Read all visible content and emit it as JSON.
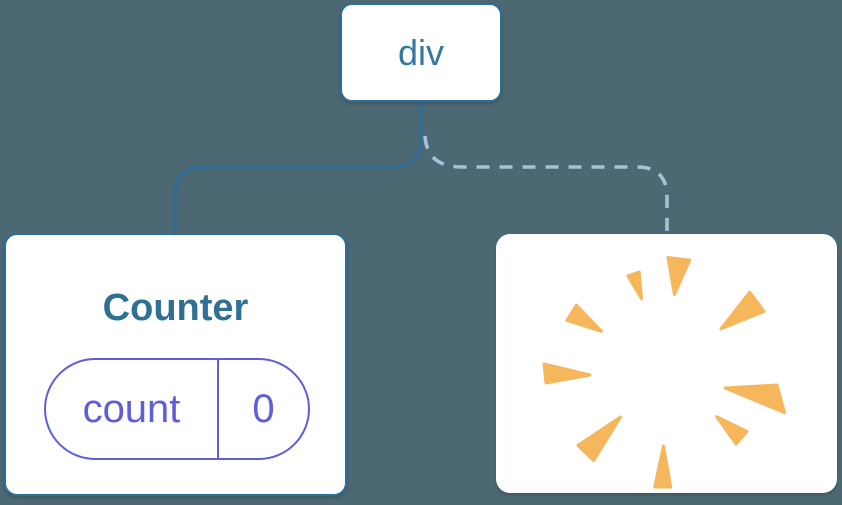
{
  "diagram": {
    "root_node": {
      "label": "div"
    },
    "counter_node": {
      "title": "Counter",
      "state_pill": {
        "name": "count",
        "value": "0"
      }
    },
    "removed_node": {
      "icon": "poof-burst"
    },
    "connectors": {
      "left_branch": "solid",
      "right_branch": "dashed"
    }
  },
  "colors": {
    "background": "#4C6973",
    "node_border_blue": "#2B6D9B",
    "root_label_blue": "#35779F",
    "counter_title_teal": "#2F7093",
    "state_purple": "#5E5FD8",
    "dashed_connector_blue": "#A3C2D8",
    "poof_orange": "#F6B75C",
    "card_white": "#FFFFFF"
  }
}
